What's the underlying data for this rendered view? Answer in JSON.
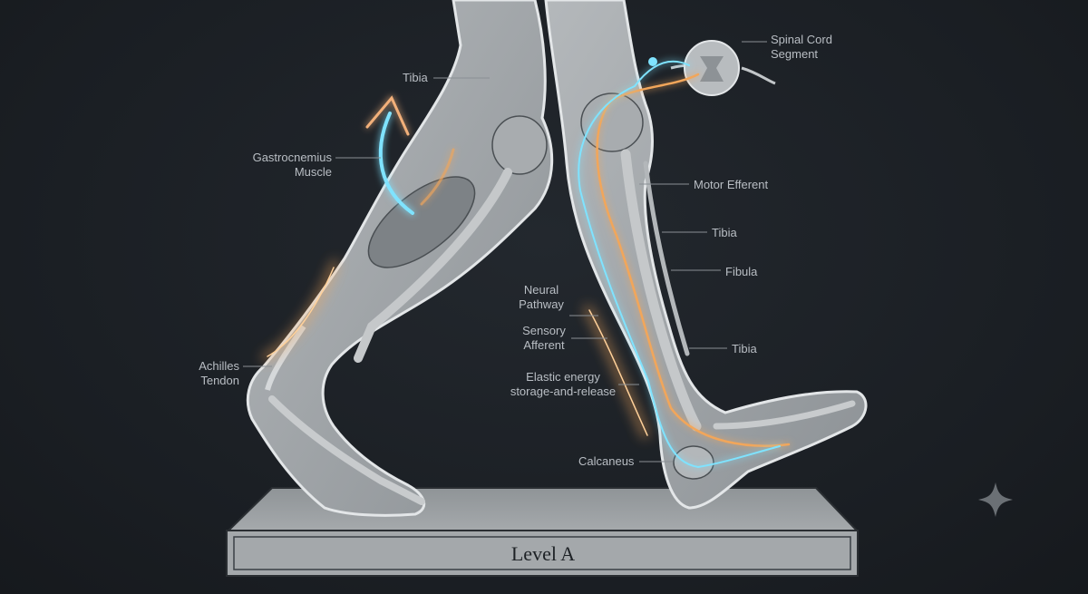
{
  "labels": {
    "tibia_left": "Tibia",
    "gastrocnemius_line1": "Gastrocnemius",
    "gastrocnemius_line2": "Muscle",
    "achilles_line1": "Achilles",
    "achilles_line2": "Tendon",
    "spinal_line1": "Spinal Cord",
    "spinal_line2": "Segment",
    "motor_efferent": "Motor Efferent",
    "tibia_right_upper": "Tibia",
    "fibula": "Fibula",
    "tibia_right_lower": "Tibia",
    "neural_line1": "Neural",
    "neural_line2": "Pathway",
    "sensory_line1": "Sensory",
    "sensory_line2": "Afferent",
    "elastic_line1": "Elastic energy",
    "elastic_line2": "storage-and-release",
    "calcaneus": "Calcaneus"
  },
  "platform": {
    "label": "Level A"
  },
  "colors": {
    "background": "#1b1f24",
    "bone_tissue": "#9ea3a6",
    "label_text": "#b9bec4",
    "neural_cyan": "#7fe3ff",
    "energy_orange": "#f2a65a"
  },
  "icons": [
    "sparkle-icon"
  ]
}
